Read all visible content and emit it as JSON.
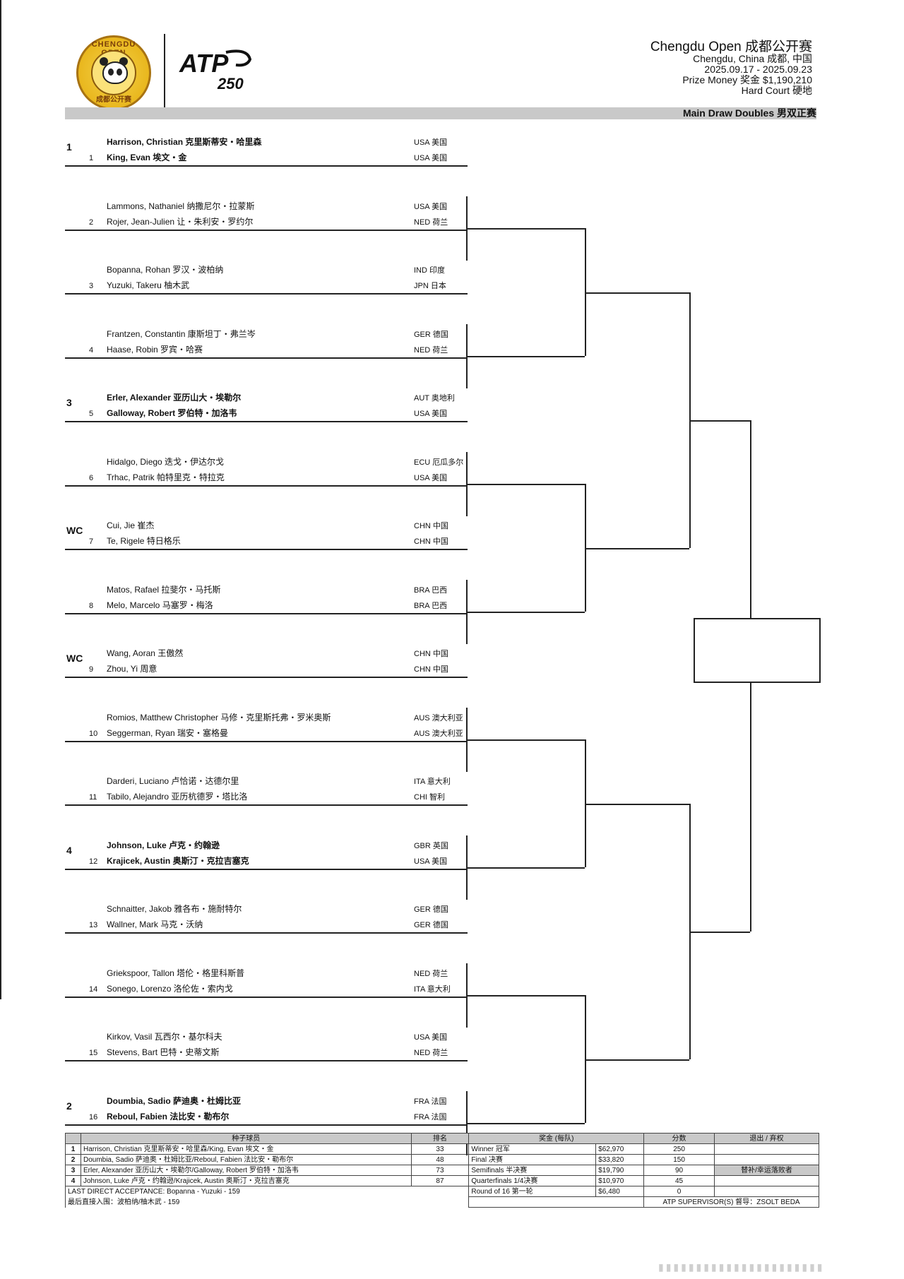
{
  "header": {
    "tournament": "Chengdu Open 成都公开赛",
    "location": "Chengdu, China 成都, 中国",
    "dates": "2025.09.17 - 2025.09.23",
    "prize_money": "Prize Money 奖金 $1,190,210",
    "surface": "Hard Court 硬地",
    "draw_label": "Main Draw Doubles 男双正赛",
    "logo_cd_top": "CHENGDU OPEN",
    "logo_cd_bottom": "成都公开赛",
    "logo_atp": "ATP",
    "logo_atp_num": "250"
  },
  "teams": [
    {
      "seed": "1",
      "num": "1",
      "bold": true,
      "p1": "Harrison, Christian 克里斯蒂安・哈里森",
      "c1": "USA 美国",
      "p2": "King, Evan 埃文・金",
      "c2": "USA 美国"
    },
    {
      "seed": "",
      "num": "2",
      "bold": false,
      "p1": "Lammons, Nathaniel 纳撒尼尔・拉蒙斯",
      "c1": "USA 美国",
      "p2": "Rojer, Jean-Julien 让・朱利安・罗约尔",
      "c2": "NED 荷兰"
    },
    {
      "seed": "",
      "num": "3",
      "bold": false,
      "p1": "Bopanna, Rohan 罗汉・波柏纳",
      "c1": "IND 印度",
      "p2": "Yuzuki, Takeru 柚木武",
      "c2": "JPN 日本"
    },
    {
      "seed": "",
      "num": "4",
      "bold": false,
      "p1": "Frantzen, Constantin 康斯坦丁・弗兰岑",
      "c1": "GER 德国",
      "p2": "Haase, Robin 罗宾・哈赛",
      "c2": "NED 荷兰"
    },
    {
      "seed": "3",
      "num": "5",
      "bold": true,
      "p1": "Erler, Alexander 亚历山大・埃勒尔",
      "c1": "AUT 奥地利",
      "p2": "Galloway, Robert 罗伯特・加洛韦",
      "c2": "USA 美国"
    },
    {
      "seed": "",
      "num": "6",
      "bold": false,
      "p1": "Hidalgo, Diego 迭戈・伊达尔戈",
      "c1": "ECU 厄瓜多尔",
      "p2": "Trhac, Patrik 帕特里克・特拉克",
      "c2": "USA 美国"
    },
    {
      "seed": "WC",
      "num": "7",
      "bold": false,
      "p1": "Cui, Jie 崔杰",
      "c1": "CHN 中国",
      "p2": "Te, Rigele 特日格乐",
      "c2": "CHN 中国"
    },
    {
      "seed": "",
      "num": "8",
      "bold": false,
      "p1": "Matos, Rafael 拉斐尔・马托斯",
      "c1": "BRA 巴西",
      "p2": "Melo, Marcelo 马塞罗・梅洛",
      "c2": "BRA 巴西"
    },
    {
      "seed": "WC",
      "num": "9",
      "bold": false,
      "p1": "Wang, Aoran 王傲然",
      "c1": "CHN 中国",
      "p2": "Zhou, Yi 周意",
      "c2": "CHN 中国"
    },
    {
      "seed": "",
      "num": "10",
      "bold": false,
      "p1": "Romios, Matthew Christopher 马修・克里斯托弗・罗米奥斯",
      "c1": "AUS 澳大利亚",
      "p2": "Seggerman, Ryan 瑞安・塞格曼",
      "c2": "AUS 澳大利亚"
    },
    {
      "seed": "",
      "num": "11",
      "bold": false,
      "p1": "Darderi, Luciano 卢恰诺・达德尔里",
      "c1": "ITA 意大利",
      "p2": "Tabilo, Alejandro 亚历杭德罗・塔比洛",
      "c2": "CHI 智利"
    },
    {
      "seed": "4",
      "num": "12",
      "bold": true,
      "p1": "Johnson, Luke 卢克・约翰逊",
      "c1": "GBR 英国",
      "p2": "Krajicek, Austin 奥斯汀・克拉吉塞克",
      "c2": "USA 美国"
    },
    {
      "seed": "",
      "num": "13",
      "bold": false,
      "p1": "Schnaitter, Jakob 雅各布・施耐特尔",
      "c1": "GER 德国",
      "p2": "Wallner, Mark 马克・沃纳",
      "c2": "GER 德国"
    },
    {
      "seed": "",
      "num": "14",
      "bold": false,
      "p1": "Griekspoor, Tallon 塔伦・格里科斯普",
      "c1": "NED 荷兰",
      "p2": "Sonego, Lorenzo 洛伦佐・索内戈",
      "c2": "ITA 意大利"
    },
    {
      "seed": "",
      "num": "15",
      "bold": false,
      "p1": "Kirkov, Vasil 瓦西尔・基尔科夫",
      "c1": "USA 美国",
      "p2": "Stevens, Bart 巴特・史蒂文斯",
      "c2": "NED 荷兰"
    },
    {
      "seed": "2",
      "num": "16",
      "bold": true,
      "p1": "Doumbia, Sadio 萨迪奥・杜姆比亚",
      "c1": "FRA 法国",
      "p2": "Reboul, Fabien 法比安・勒布尔",
      "c2": "FRA 法国"
    }
  ],
  "footer": {
    "headers": {
      "seeds": "种子球员",
      "rank": "排名",
      "prize": "奖金 (每队)",
      "points": "分数",
      "withdrawals": "退出 / 弃权"
    },
    "seeds": [
      {
        "n": "1",
        "name": "Harrison, Christian 克里斯蒂安・哈里森/King, Evan 埃文・金",
        "rank": "33"
      },
      {
        "n": "2",
        "name": "Doumbia, Sadio 萨迪奥・杜姆比亚/Reboul, Fabien 法比安・勒布尔",
        "rank": "48"
      },
      {
        "n": "3",
        "name": "Erler, Alexander 亚历山大・埃勒尔/Galloway, Robert 罗伯特・加洛韦",
        "rank": "73"
      },
      {
        "n": "4",
        "name": "Johnson, Luke 卢克・约翰逊/Krajicek, Austin 奥斯汀・克拉吉塞克",
        "rank": "87"
      }
    ],
    "prizes": [
      {
        "round": "Winner 冠军",
        "amount": "$62,970",
        "points": "250"
      },
      {
        "round": "Final 决赛",
        "amount": "$33,820",
        "points": "150"
      },
      {
        "round": "Semifinals 半决赛",
        "amount": "$19,790",
        "points": "90"
      },
      {
        "round": "Quarterfinals 1/4决赛",
        "amount": "$10,970",
        "points": "45"
      },
      {
        "round": "Round of 16 第一轮",
        "amount": "$6,480",
        "points": "0"
      }
    ],
    "lucky_losers": "替补/幸运落败者",
    "last_da_en": "LAST DIRECT ACCEPTANCE:    Bopanna - Yuzuki - 159",
    "last_da_cn": "最后直接入围：波柏纳/柚木武 - 159",
    "supervisor": "ATP SUPERVISOR(S) 督导：ZSOLT BEDA"
  }
}
